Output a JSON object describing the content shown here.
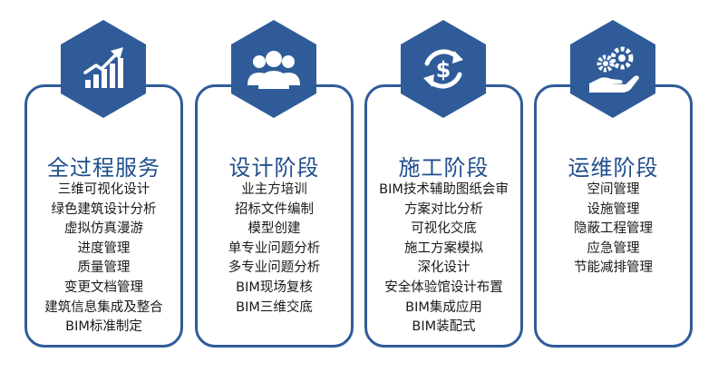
{
  "colors": {
    "accent": "#2f5c99",
    "title": "#1f4e8c",
    "text": "#1a1a1a"
  },
  "cards": [
    {
      "icon": "growth-chart-icon",
      "title": "全过程服务",
      "items": [
        "三维可视化设计",
        "绿色建筑设计分析",
        "虚拟仿真漫游",
        "进度管理",
        "质量管理",
        "变更文档管理",
        "建筑信息集成及整合",
        "BIM标准制定"
      ]
    },
    {
      "icon": "people-group-icon",
      "title": "设计阶段",
      "items": [
        "业主方培训",
        "招标文件编制",
        "模型创建",
        "单专业问题分析",
        "多专业问题分析",
        "BIM现场复核",
        "BIM三维交底"
      ]
    },
    {
      "icon": "dollar-cycle-icon",
      "title": "施工阶段",
      "items": [
        "BIM技术辅助图纸会审",
        "方案对比分析",
        "可视化交底",
        "施工方案模拟",
        "深化设计",
        "安全体验馆设计布置",
        "BIM集成应用",
        "BIM装配式"
      ]
    },
    {
      "icon": "gears-hand-icon",
      "title": "运维阶段",
      "items": [
        "空间管理",
        "设施管理",
        "隐蔽工程管理",
        "应急管理",
        "节能减排管理"
      ]
    }
  ]
}
